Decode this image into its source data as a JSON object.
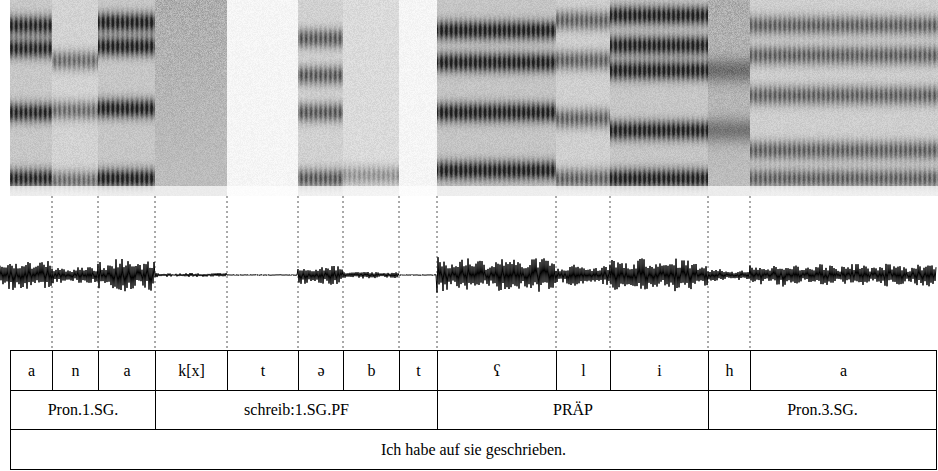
{
  "diagram": {
    "labels": [
      "a",
      "n",
      "a",
      "k[x]",
      "t",
      "ə",
      "b",
      "t",
      "ʕ",
      "l",
      "i",
      "h",
      "a",
      "Pron.1.SG.",
      "schreib:1.SG.PF",
      "PRÄP",
      "Pron.3.SG.",
      "Ich habe auf sie geschrieben."
    ]
  }
}
